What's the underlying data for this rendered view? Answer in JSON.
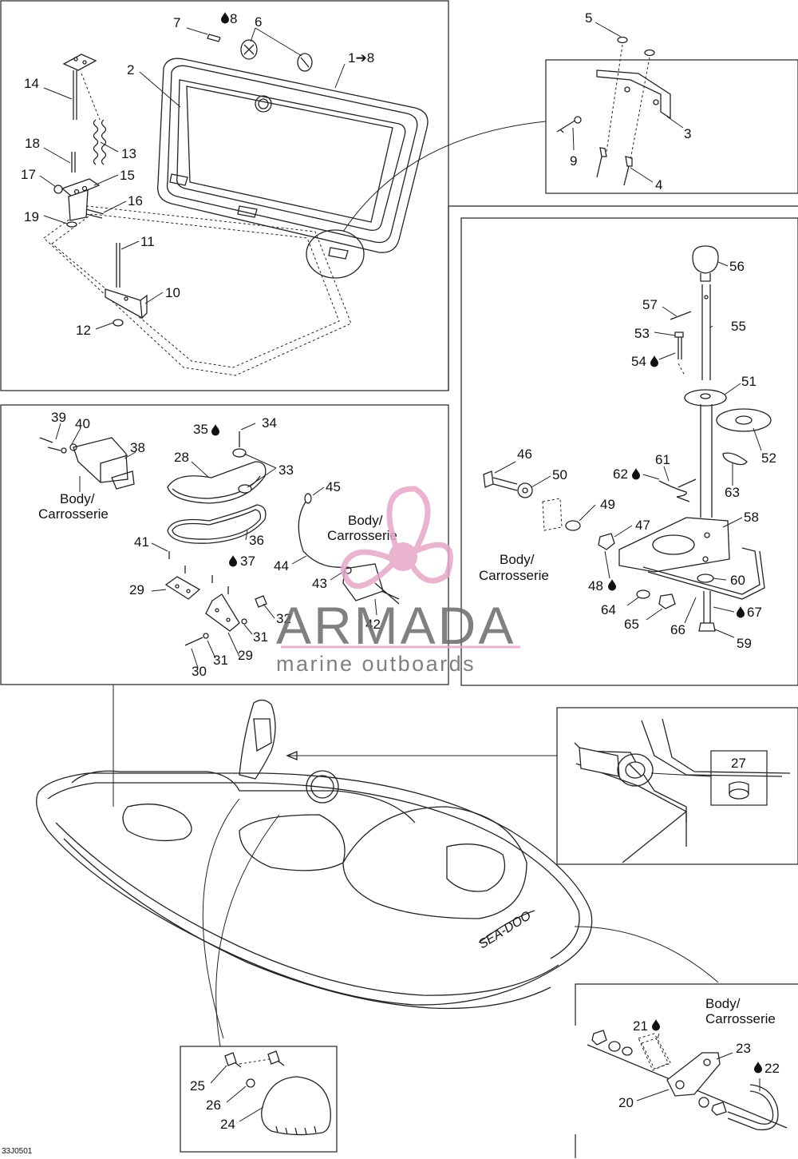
{
  "diagram_code": "33J0501",
  "watermark": {
    "brand": "ARMADA",
    "tagline": "marine outboards",
    "logo_color": "#e7a6c8",
    "text_color": "#6b6b6b"
  },
  "body_label_en": "Body/",
  "body_label_fr": "Carrosserie",
  "callouts": {
    "c1": "1➔8",
    "c2": "2",
    "c3": "3",
    "c4": "4",
    "c5": "5",
    "c6": "6",
    "c7": "7",
    "c7b": "8",
    "c9": "9",
    "c10": "10",
    "c11": "11",
    "c12": "12",
    "c13": "13",
    "c14": "14",
    "c15": "15",
    "c16": "16",
    "c17": "17",
    "c18": "18",
    "c19": "19",
    "c20": "20",
    "c21": "21",
    "c22": "22",
    "c23": "23",
    "c24": "24",
    "c25": "25",
    "c26": "26",
    "c27": "27",
    "c28": "28",
    "c29a": "29",
    "c29b": "29",
    "c30": "30",
    "c31a": "31",
    "c31b": "31",
    "c32": "32",
    "c33": "33",
    "c34": "34",
    "c35": "35",
    "c36": "36",
    "c37": "37",
    "c38": "38",
    "c39": "39",
    "c40": "40",
    "c41": "41",
    "c42": "42",
    "c43": "43",
    "c44": "44",
    "c45": "45",
    "c46": "46",
    "c47": "47",
    "c48": "48",
    "c49": "49",
    "c50": "50",
    "c51": "51",
    "c52": "52",
    "c53": "53",
    "c54": "54",
    "c55": "55",
    "c56": "56",
    "c57": "57",
    "c58": "58",
    "c59": "59",
    "c60": "60",
    "c61": "61",
    "c62": "62",
    "c63": "63",
    "c64": "64",
    "c65": "65",
    "c66": "66",
    "c67": "67"
  }
}
